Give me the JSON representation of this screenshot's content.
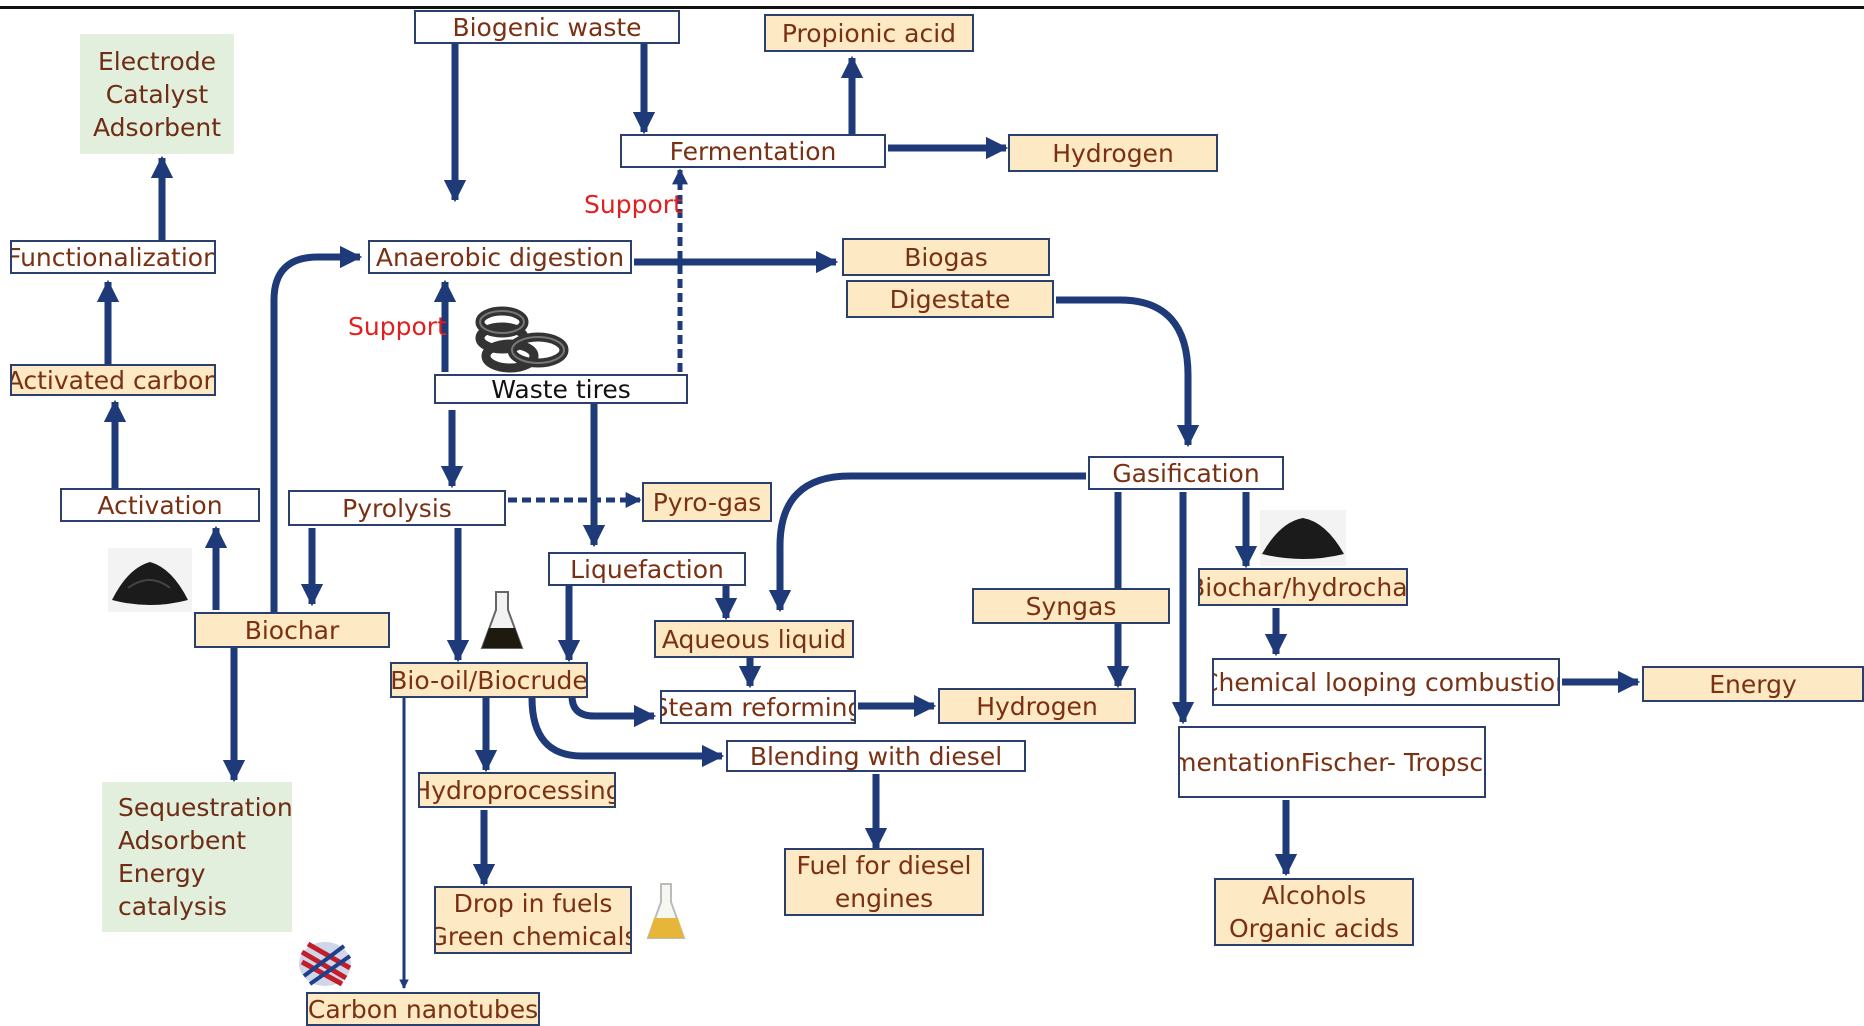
{
  "nodes": {
    "biogenic_waste": "Biogenic waste",
    "propionic_acid": "Propionic acid",
    "fermentation": "Fermentation",
    "hydrogen_ferm": "Hydrogen",
    "electrode_uses": [
      "Electrode",
      "Catalyst",
      "Adsorbent"
    ],
    "functionalization": "Functionalization",
    "anaerobic_digestion": "Anaerobic digestion",
    "biogas": "Biogas",
    "digestate": "Digestate",
    "activated_carbon": "Activated carbon",
    "waste_tires": "Waste tires",
    "activation": "Activation",
    "pyrolysis": "Pyrolysis",
    "pyro_gas": "Pyro-gas",
    "gasification": "Gasification",
    "liquefaction": "Liquefaction",
    "biochar": "Biochar",
    "aqueous_liquid": "Aqueous liquid",
    "syngas": "Syngas",
    "biochar_hydrochar": "Biochar/hydrochar",
    "bio_oil": "Bio-oil/Biocrude",
    "steam_reforming": "Steam reforming",
    "hydrogen_steam": "Hydrogen",
    "chemical_looping": "Chemical looping combustion",
    "energy": "Energy",
    "blending_diesel": "Blending with diesel",
    "syngas_uses": [
      "Syngas fermentation",
      "Fischer- Tropsch synthesis"
    ],
    "biochar_uses": [
      "Sequestration",
      "Adsorbent",
      "Energy",
      "catalysis"
    ],
    "hydroprocessing": "Hydroprocessing",
    "fuel_diesel": [
      "Fuel for diesel",
      "engines"
    ],
    "drop_in": [
      "Drop in fuels",
      "Green chemicals"
    ],
    "alcohols": [
      "Alcohols",
      "Organic acids"
    ],
    "carbon_nanotubes": "Carbon nanotubes"
  },
  "labels": {
    "support_fermentation": "Support",
    "support_digestion": "Support"
  },
  "colors": {
    "arrow": "#1e3a78",
    "support_text": "#e21e1e",
    "product_fill": "#fde9c3",
    "application_fill": "#e3efdd",
    "text": "#7a3012"
  }
}
